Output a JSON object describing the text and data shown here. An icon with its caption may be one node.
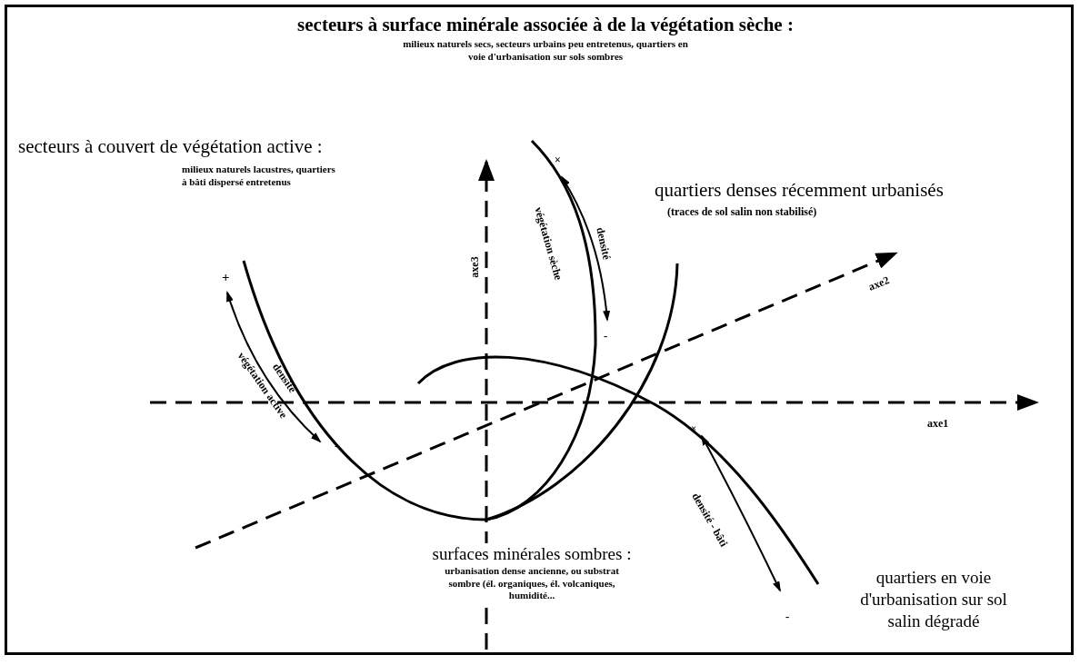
{
  "diagram": {
    "nodes": [
      {
        "text": [
          "secteurs à surface minérale associée à de la végétation sèche :",
          "milieux naturels secs, secteurs urbains peu entretenus, quartiers en voie d'urbanisation sur sols sombres"
        ]
      },
      {
        "text": [
          "secteurs à couvert de végétation active :",
          "milieux naturels lacustres, quartiers à bâti dispersé entretenus"
        ]
      },
      {
        "text": [
          "quartiers denses récemment urbanisés",
          "(traces de sol salin non stabilisé)"
        ]
      },
      {
        "text": [
          "surfaces minérales sombres :",
          "urbanisation dense ancienne, ou substrat sombre (él. organiques, él. volcaniques, humidité..."
        ]
      },
      {
        "text": [
          "quartiers en voie d'urbanisation sur sol salin dégradé"
        ]
      }
    ],
    "labels": [
      "×",
      "densité",
      "végétation sèche",
      "-",
      "axe3",
      "+",
      "densité",
      "végétation active",
      "-",
      "axe2",
      "axe1",
      "×",
      "densité - bâti",
      "-"
    ]
  }
}
